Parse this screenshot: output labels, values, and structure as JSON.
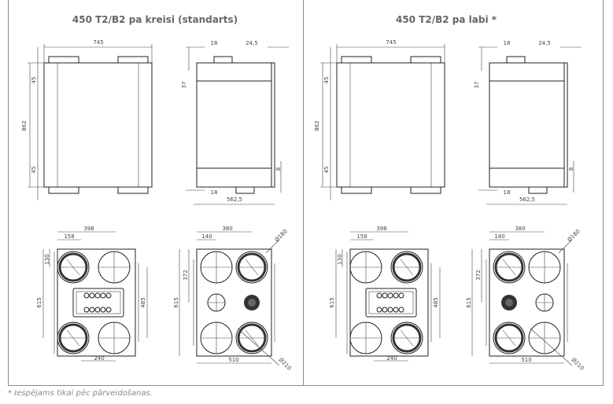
{
  "panels": [
    {
      "title": "450 T2/B2 pa kreisi (standarts)",
      "dims": {
        "width_front": "745",
        "height_front": "862",
        "stub_top": "45",
        "stub_bottom": "45",
        "side_top_offset": "18",
        "side_right": "24,5",
        "side_37": "37",
        "side_8": "8",
        "side_bottom_offset": "18",
        "side_depth": "562,5",
        "bottom_398": "398",
        "bottom_158": "158",
        "bottom_130": "130",
        "bottom_615": "615",
        "bottom_485": "485",
        "bottom_240": "240",
        "side_380": "380",
        "side_140": "140",
        "side_d180": "Ø180",
        "side_372": "372",
        "side_615": "615",
        "side_510": "510",
        "side_d210": "Ø210"
      }
    },
    {
      "title": "450 T2/B2 pa labi *",
      "dims": {
        "width_front": "745",
        "height_front": "862",
        "stub_top": "45",
        "stub_bottom": "45",
        "side_top_offset": "18",
        "side_right": "24,5",
        "side_37": "37",
        "side_8": "8",
        "side_bottom_offset": "18",
        "side_depth": "562,5",
        "bottom_398": "398",
        "bottom_158": "158",
        "bottom_130": "130",
        "bottom_615": "615",
        "bottom_485": "485",
        "bottom_240": "240",
        "side_380": "380",
        "side_140": "140",
        "side_d180": "Ø180",
        "side_372": "372",
        "side_615": "615",
        "side_510": "510",
        "side_d210": "Ø210"
      }
    }
  ],
  "footnote": "* Iespējams tikai pēc pārveidošanas."
}
